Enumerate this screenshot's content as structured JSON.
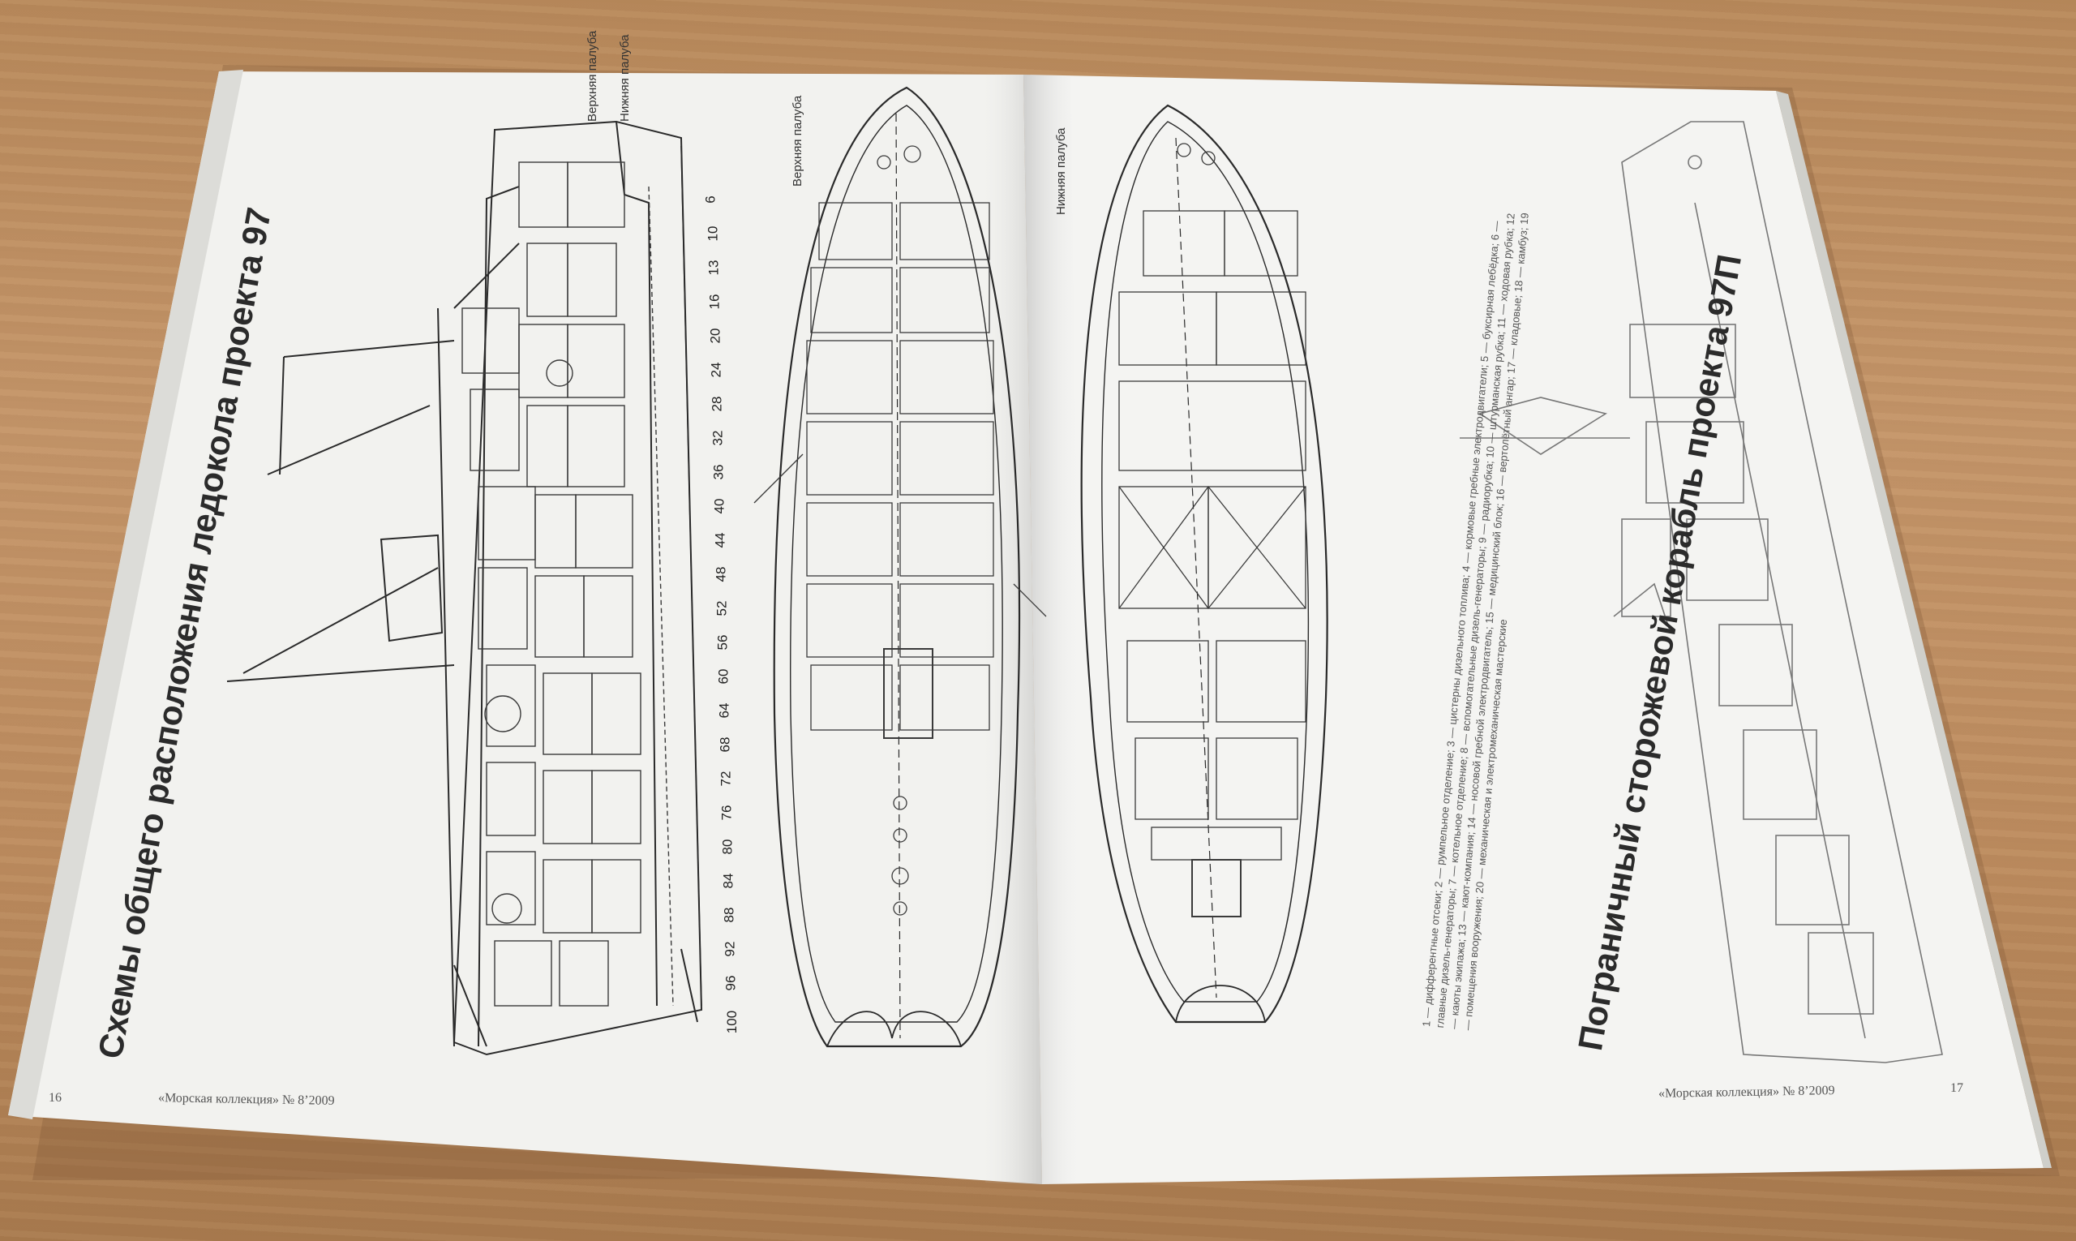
{
  "scene": "Open magazine lying on a wooden table showing ship layout drawings",
  "left_page": {
    "title": "Схемы общего расположения ледокола проекта 97",
    "page_number": "16",
    "footer": "«Морская коллекция» № 8’2009",
    "frame_numbers": [
      "6",
      "10",
      "13",
      "16",
      "20",
      "24",
      "28",
      "32",
      "36",
      "40",
      "44",
      "48",
      "52",
      "56",
      "60",
      "64",
      "68",
      "72",
      "76",
      "80",
      "84",
      "88",
      "92",
      "96",
      "100"
    ],
    "deck_label_1": "Верхняя палуба",
    "deck_label_2": "Нижняя палуба",
    "plan_label": "Верхняя палуба"
  },
  "right_page": {
    "title": "Пограничный сторожевой корабль проекта 97П",
    "page_number": "17",
    "footer": "«Морская коллекция» № 8’2009",
    "plan_label": "Нижняя палуба",
    "legend": "1 — дифферентные отсеки; 2 — румпельное отделение; 3 — цистерны дизельного топлива; 4 — кормовые гребные электродвигатели; 5 — буксирная лебёдка; 6 — главные дизель-генераторы; 7 — котельное отделение; 8 — вспомогательные дизель-генераторы; 9 — радиорубка; 10 — штурманская рубка; 11 — ходовая рубка; 12 — каюты экипажа; 13 — кают-компания; 14 — носовой гребной электродвигатель; 15 — медицинский блок; 16 — вертолётный ангар; 17 — кладовые; 18 — камбуз; 19 — помещения вооружения; 20 — механическая и электромеханическая мастерские"
  },
  "colors": {
    "table": "#c0905f",
    "paper": "#f3f3f1",
    "ink": "#2a2a2a"
  }
}
